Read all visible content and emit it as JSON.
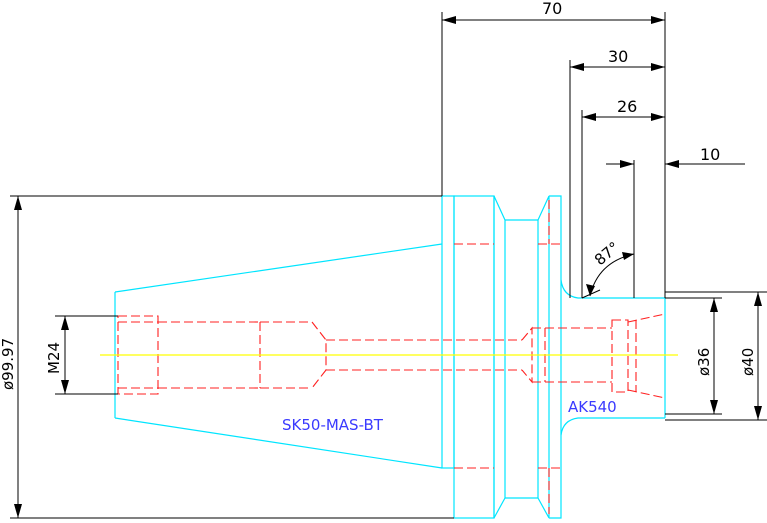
{
  "labels": {
    "part_name": "SK50-MAS-BT",
    "collet": "AK540"
  },
  "dimensions": {
    "overall_length": "70",
    "length_30": "30",
    "length_26": "26",
    "length_10": "10",
    "angle": "87°",
    "diameter_max": "ø99.97",
    "thread": "M24",
    "diameter_36": "ø36",
    "diameter_40": "ø40"
  },
  "colors": {
    "body_outline": "#00e5ff",
    "hidden_lines": "#ff2020",
    "centerline": "#ffff00",
    "dimension": "#000000",
    "label": "#3a3aff"
  }
}
